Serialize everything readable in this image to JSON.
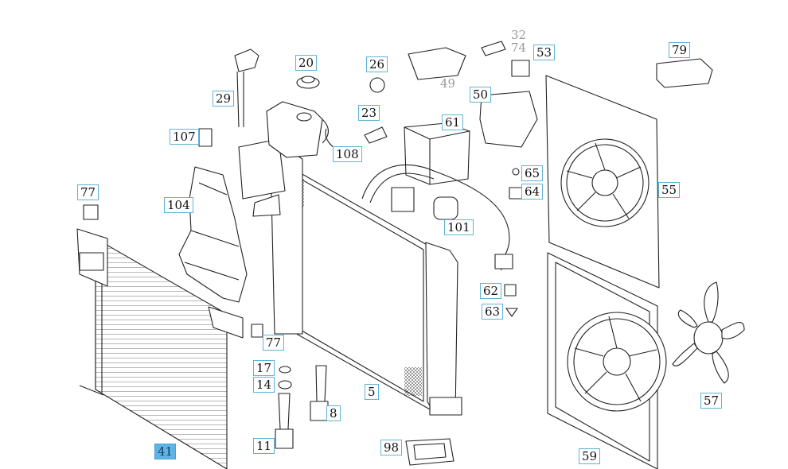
{
  "diagram": {
    "selected_part": "41",
    "highlight_color": "#5fb4e6",
    "callout_border_color": "#5fb4d6",
    "callouts": [
      "32",
      "74",
      "53",
      "79",
      "20",
      "26",
      "49",
      "29",
      "50",
      "23",
      "61",
      "107",
      "108",
      "65",
      "64",
      "55",
      "77",
      "104",
      "101",
      "62",
      "63",
      "77",
      "17",
      "14",
      "5",
      "8",
      "11",
      "98",
      "41",
      "59",
      "57"
    ]
  }
}
